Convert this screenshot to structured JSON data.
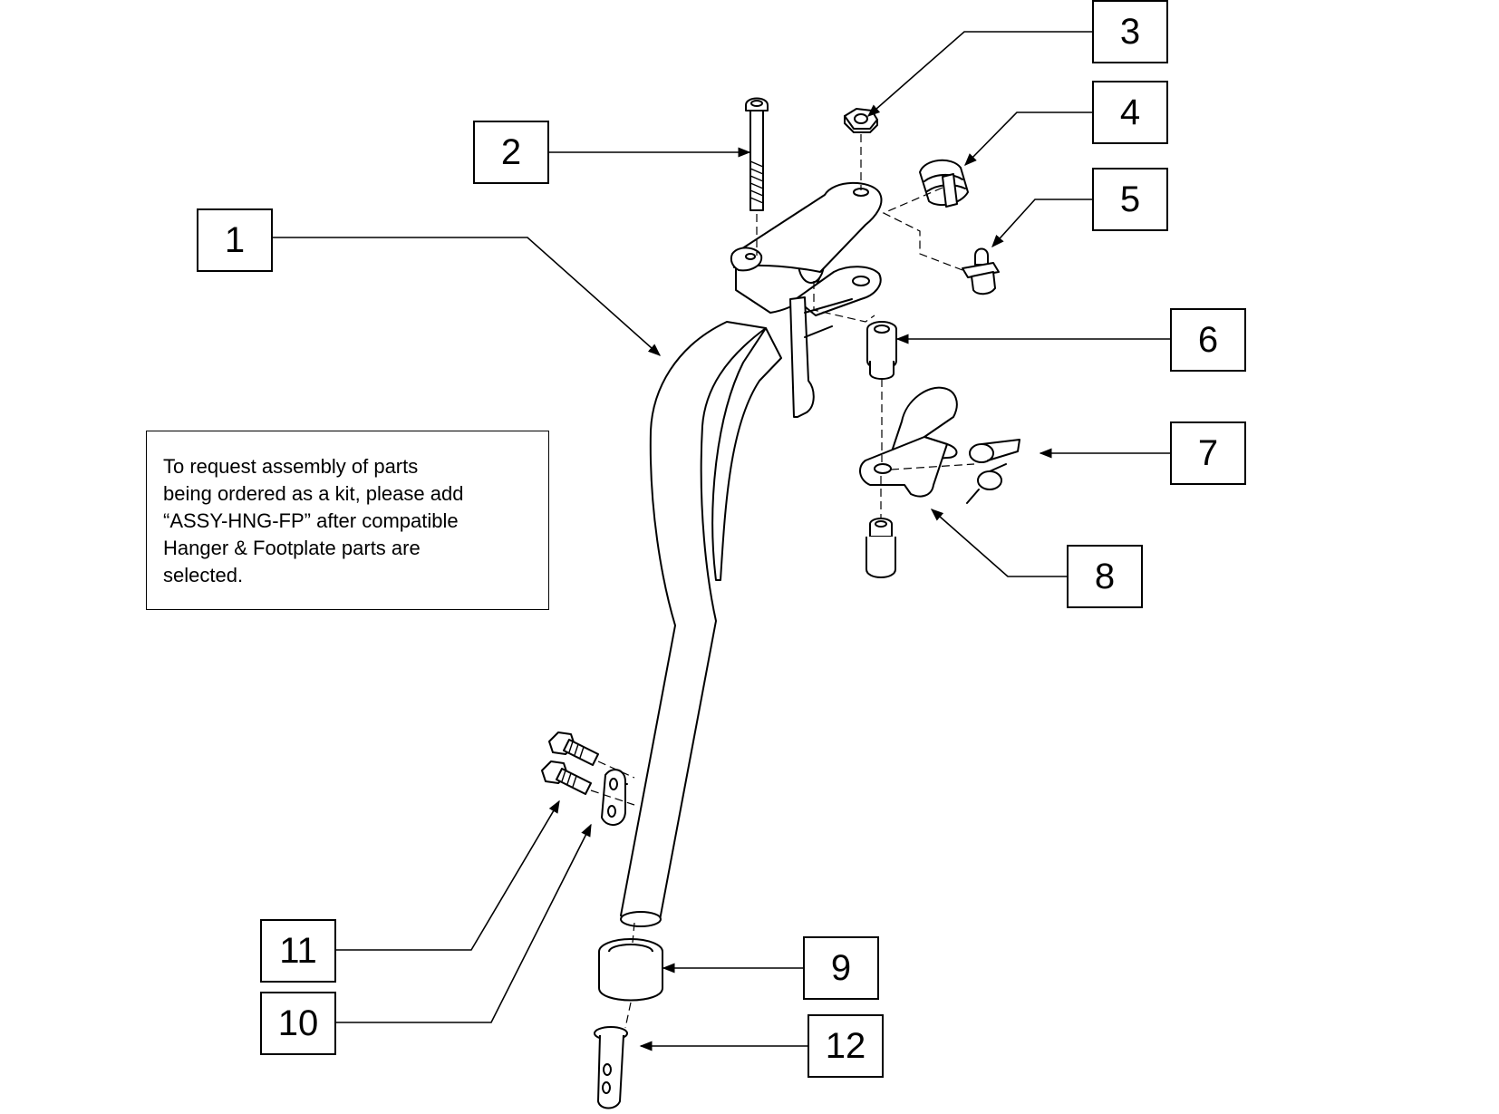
{
  "note": {
    "text": "To request assembly of parts\nbeing ordered as a kit, please add\n“ASSY-HNG-FP” after compatible\nHanger & Footplate parts are\nselected."
  },
  "callouts": [
    "1",
    "2",
    "3",
    "4",
    "5",
    "6",
    "7",
    "8",
    "9",
    "10",
    "11",
    "12"
  ]
}
